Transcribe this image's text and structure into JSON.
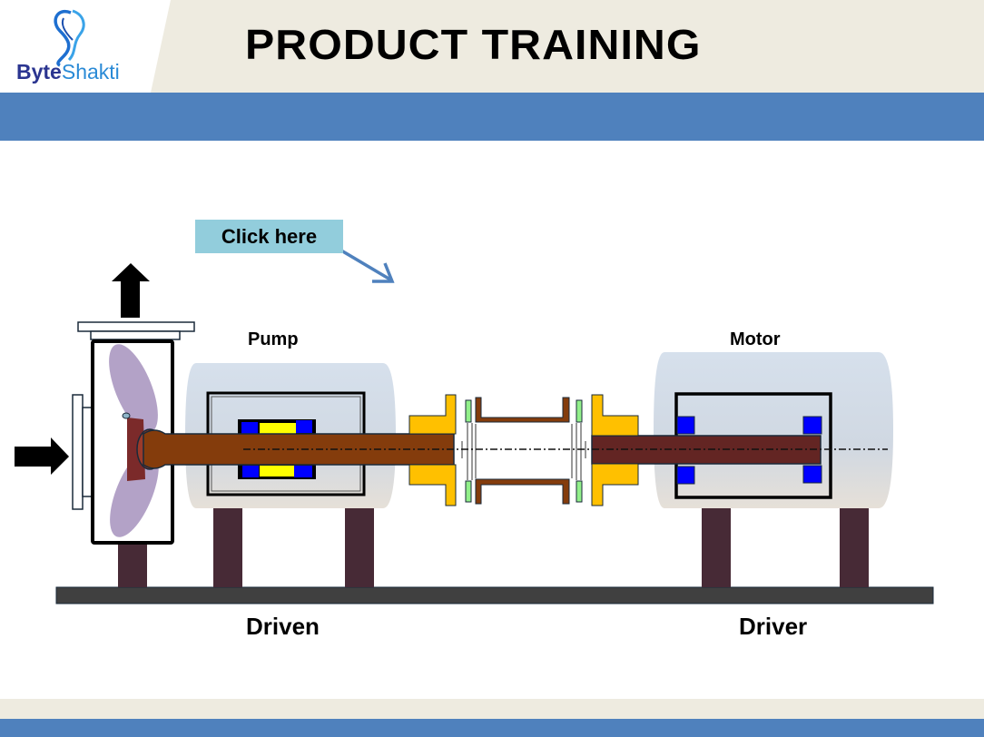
{
  "header": {
    "brand": {
      "part1": "Byte",
      "part2": "Shakti"
    },
    "title": "PRODUCT TRAINING"
  },
  "callout": {
    "button_label": "Click here"
  },
  "diagram": {
    "labels": {
      "pump": "Pump",
      "motor": "Motor",
      "driven": "Driven",
      "driver": "Driver"
    },
    "colors": {
      "brand_blue": "#4f81bd",
      "header_cream": "#eeebe0",
      "callout_fill": "#92cddc",
      "pump_shaft": "#843c0c",
      "motor_shaft": "#632523",
      "coupling_hub": "#ffc000",
      "bearing_blue": "#0000ff",
      "bearing_yellow": "#ffff00",
      "impeller": "#b3a2c7",
      "base": "#404040",
      "feet": "#472a36",
      "coupling_pad": "#92f08a"
    }
  }
}
